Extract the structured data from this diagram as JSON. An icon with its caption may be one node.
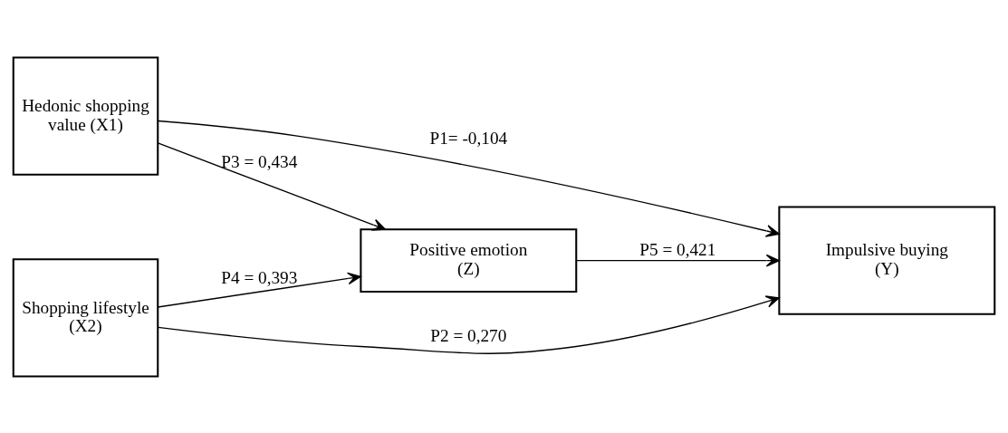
{
  "diagram": {
    "nodes": [
      {
        "text": [
          "Hedonic shopping value (X1)"
        ]
      },
      {
        "text": [
          "Positive emotion (Z)"
        ]
      },
      {
        "text": [
          "Impulsive buying (Y)"
        ]
      },
      {
        "text": [
          "Shopping lifestyle (X2)"
        ]
      }
    ],
    "edges": [
      {
        "from": 0,
        "to": 2,
        "arrow": "to",
        "label": "P1= -0,104"
      },
      {
        "from": 0,
        "to": 1,
        "arrow": "to",
        "label": "P3 = 0,434"
      },
      {
        "from": 1,
        "to": 2,
        "arrow": "to",
        "label": "P5 = 0,421"
      },
      {
        "from": 3,
        "to": 1,
        "arrow": "to",
        "label": "P4 = 0,393"
      },
      {
        "from": 3,
        "to": 2,
        "arrow": "to",
        "label": "P2 = 0,270"
      }
    ]
  }
}
